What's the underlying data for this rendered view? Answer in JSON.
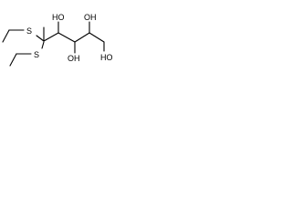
{
  "structure": {
    "atoms": {
      "s_upper": "S",
      "s_lower": "S",
      "oh_c3": "OH",
      "oh_c2": "HO",
      "oh_c4": "OH",
      "oh_c5": "HO"
    }
  }
}
